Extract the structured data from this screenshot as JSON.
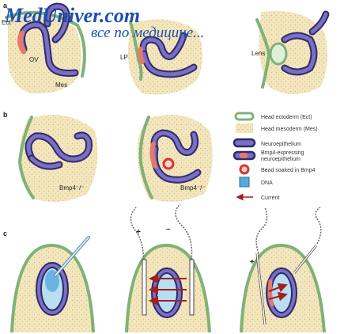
{
  "watermark": {
    "site": "MedUniver.com",
    "tagline": "все по медицине..."
  },
  "panels": {
    "a": {
      "letter": "a",
      "labels": {
        "ect": "Ect",
        "ov": "OV",
        "mes": "Mes",
        "lp": "LP",
        "lens": "Lens"
      }
    },
    "b": {
      "letter": "b",
      "labels": {
        "left": "Bmp4⁻/⁻",
        "right": "Bmp4⁻/⁻"
      }
    },
    "c": {
      "letter": "c",
      "signs": {
        "plus": "+",
        "minus": "–"
      }
    }
  },
  "legend": [
    {
      "key": "ectoderm",
      "label": "Head ectoderm (Ect)"
    },
    {
      "key": "mesoderm",
      "label": "Head mesoderm (Mes)"
    },
    {
      "key": "neuro",
      "label": "Neuroepithelium"
    },
    {
      "key": "bmp4",
      "label_line1": "Bmp4-expressing",
      "label_line2": "neuroepithelium"
    },
    {
      "key": "bead",
      "label": "Bead soaked in Bmp4"
    },
    {
      "key": "dna",
      "label": "DNA"
    },
    {
      "key": "current",
      "label": "Current"
    }
  ],
  "colors": {
    "ectoderm": "#7fb276",
    "mesoderm": "#f3e6bd",
    "neuro_outer": "#2d2a6e",
    "neuro_inner": "#7a6fc0",
    "bmp4": "#e8786a",
    "bead": "#d9362e",
    "dna": "#58a8dc",
    "current": "#a02020",
    "watermark": "#1d4fb0"
  }
}
